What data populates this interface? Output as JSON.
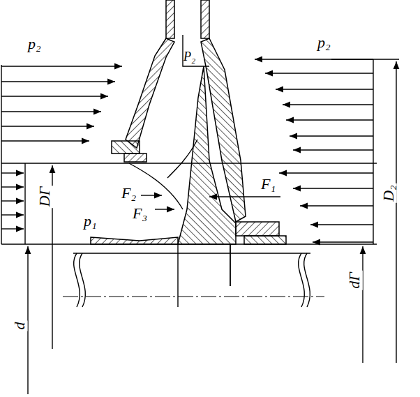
{
  "diagram": {
    "labels": [
      "p₂",
      "p₂",
      "P₂",
      "F₂",
      "F₃",
      "F₁",
      "p₁",
      "D₂",
      "DΓ",
      "d",
      "dΓ"
    ]
  }
}
